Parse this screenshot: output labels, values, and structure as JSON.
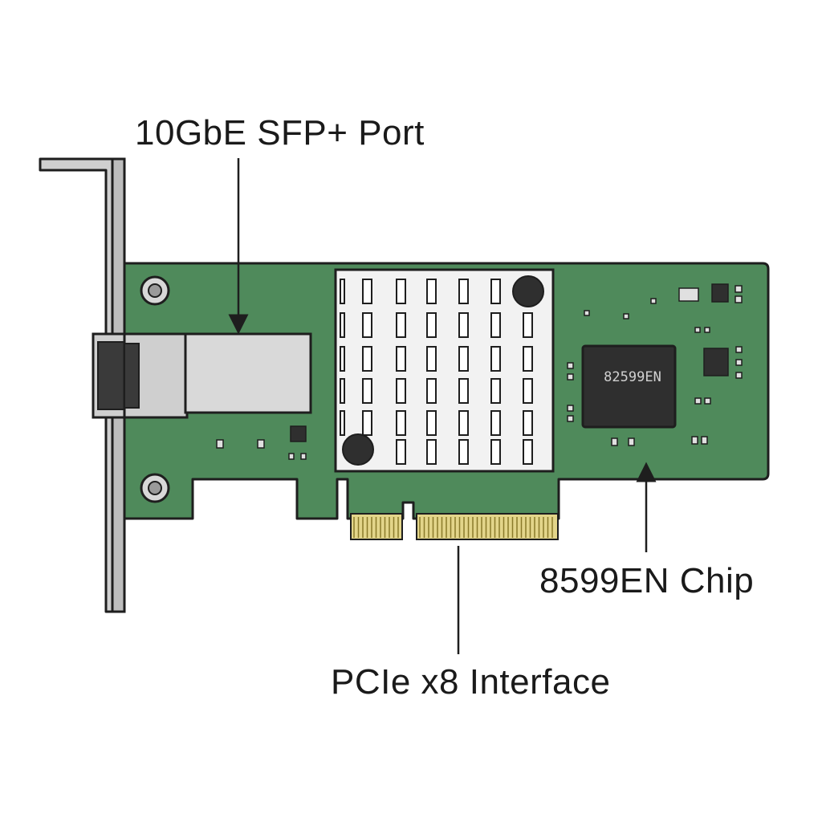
{
  "labels": {
    "sfp_port": "10GbE SFP+ Port",
    "chip": "8599EN Chip",
    "pcie": "PCIe x8 Interface"
  },
  "chip_marking": "82599EN",
  "colors": {
    "pcb": "#4f8a5b",
    "outline": "#1e1e1e",
    "bracket": "#c9c9c9",
    "heatsink": "#f2f2f2",
    "chip": "#2f2f2f",
    "gold_fingers": "#e3d58a",
    "sfp_cage": "#d9d9d9"
  }
}
